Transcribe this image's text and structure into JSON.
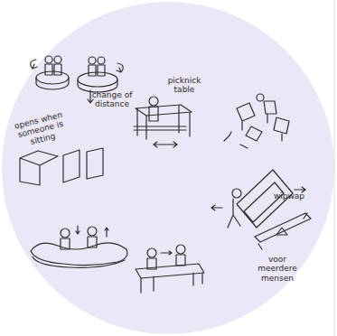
{
  "diagram": {
    "labels": [
      "change of distance",
      "picknick table",
      "opens when someone is sitting",
      "wipwap",
      "voor meerdere mensen"
    ]
  }
}
